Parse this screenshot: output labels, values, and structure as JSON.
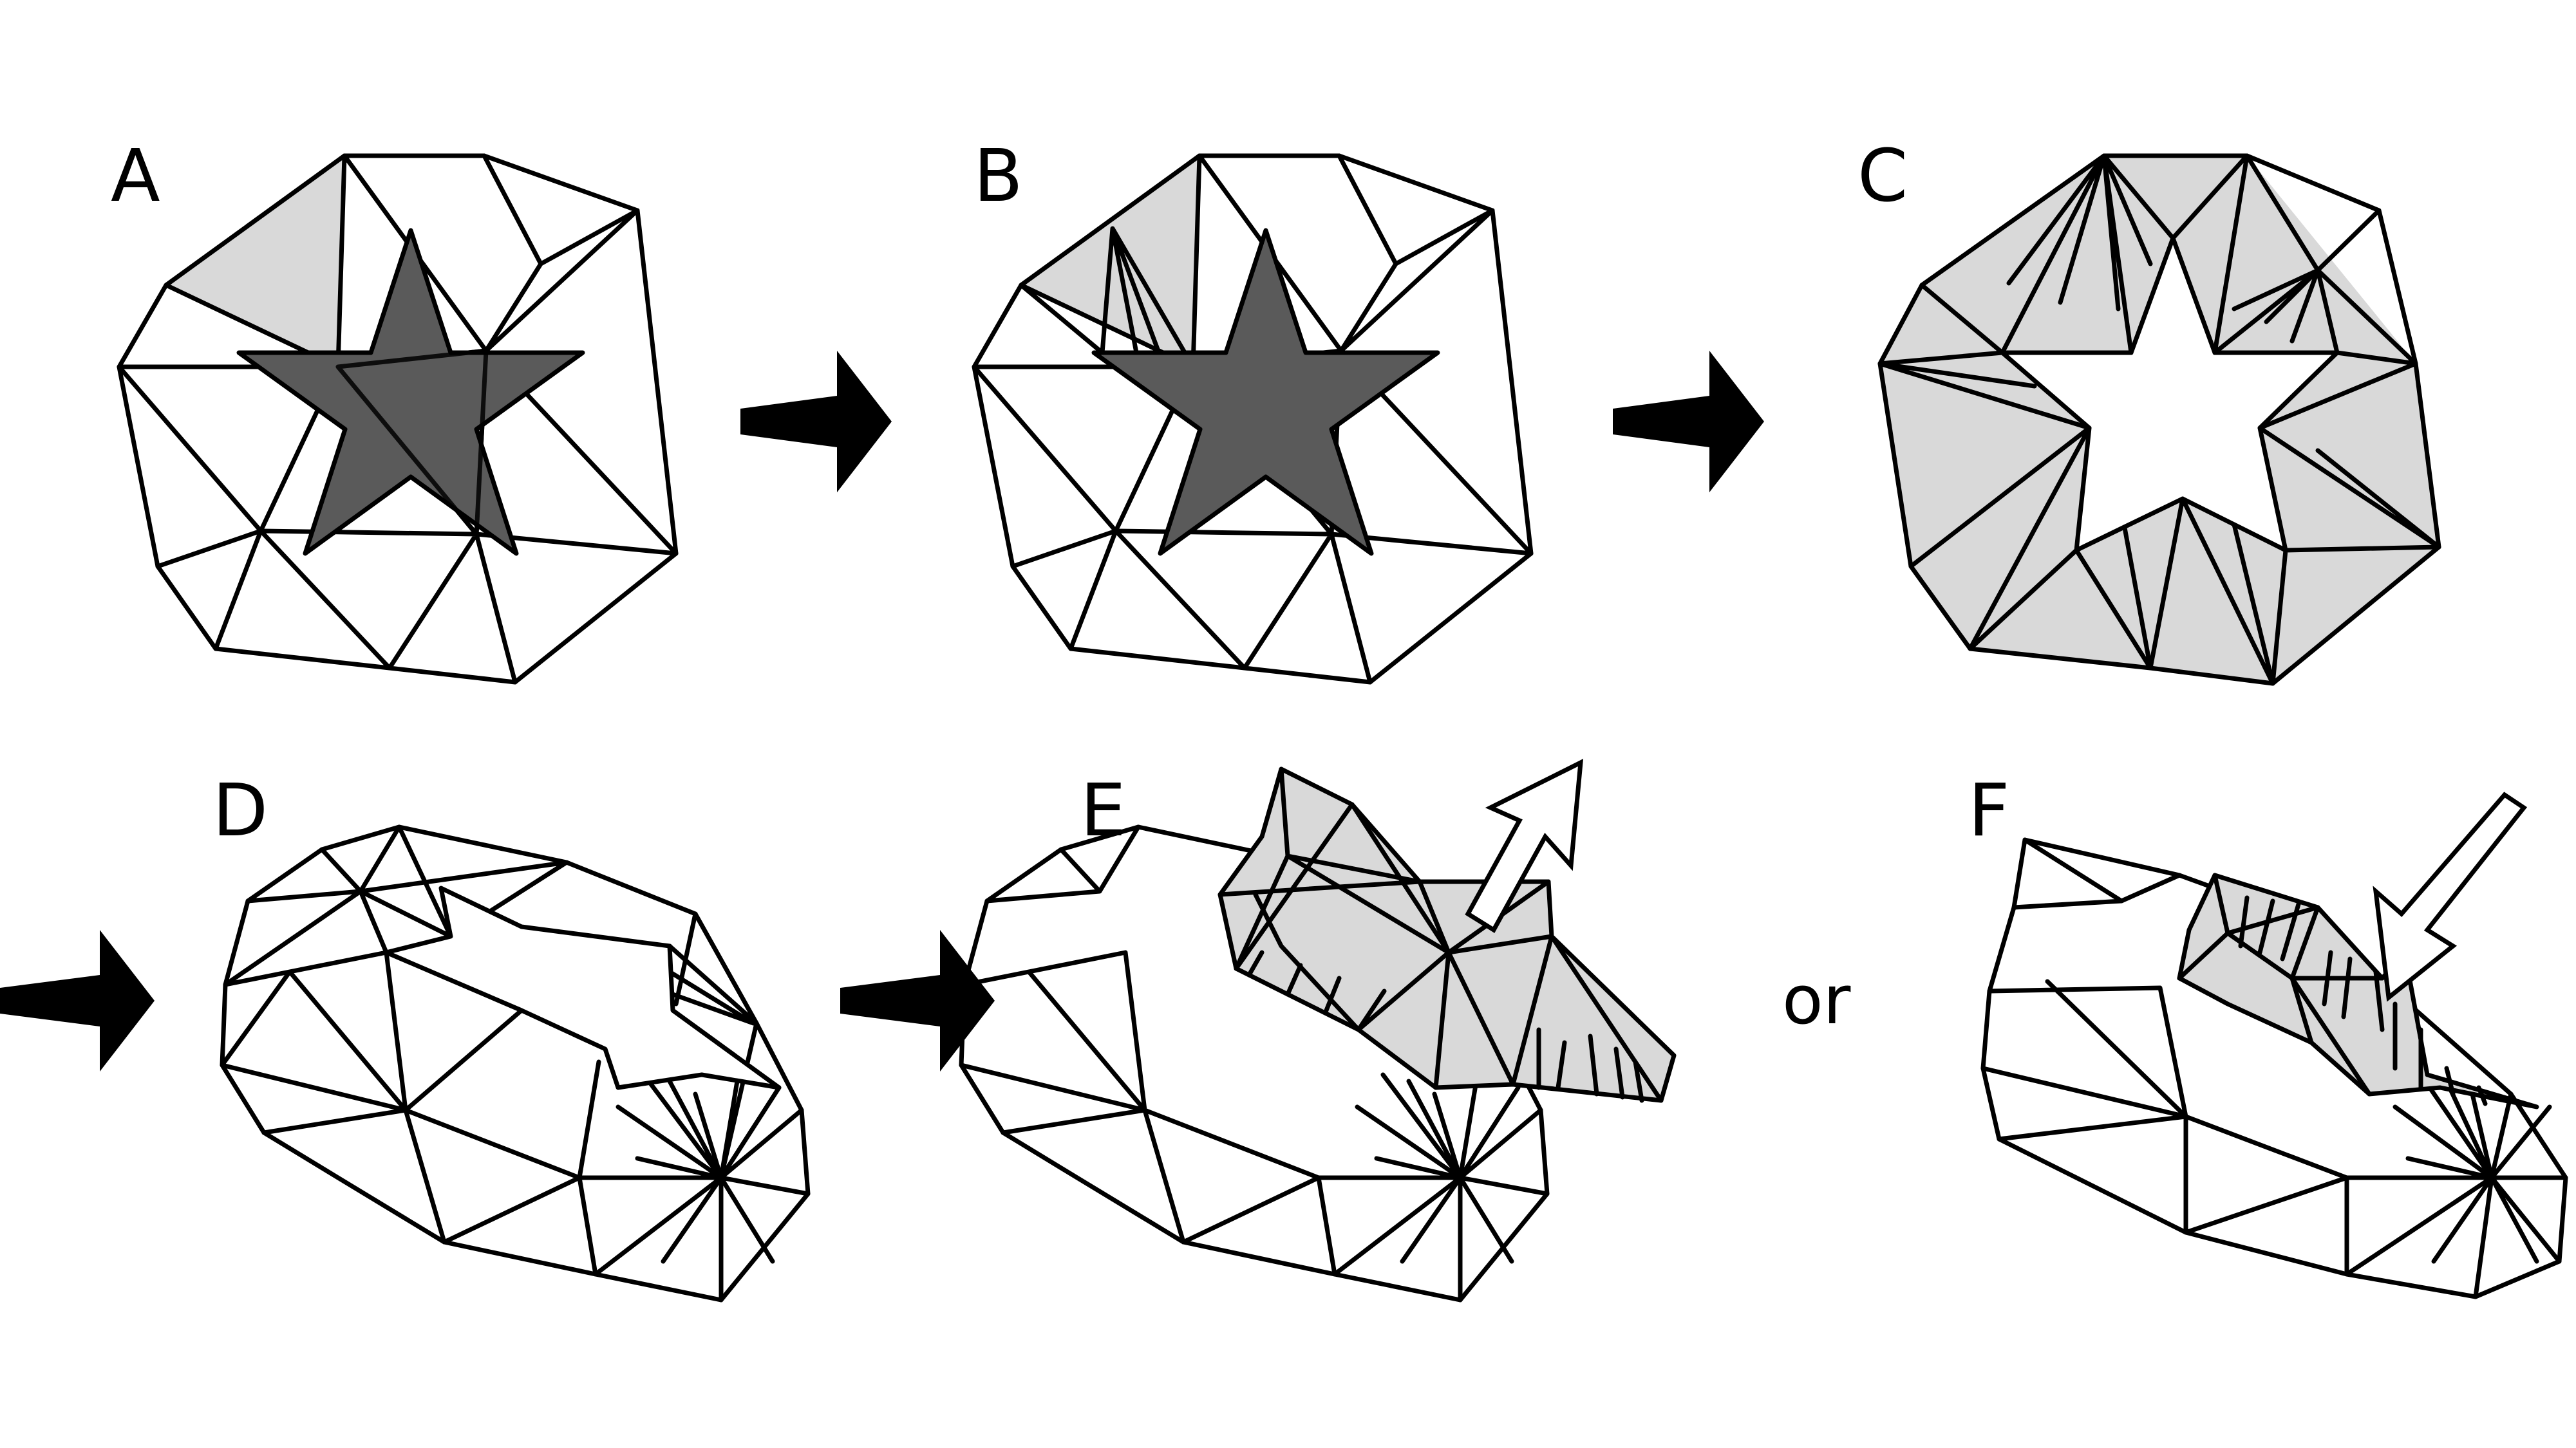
{
  "panels": [
    {
      "id": "A",
      "label": "A"
    },
    {
      "id": "B",
      "label": "B"
    },
    {
      "id": "C",
      "label": "C"
    },
    {
      "id": "D",
      "label": "D"
    },
    {
      "id": "E",
      "label": "E"
    },
    {
      "id": "F",
      "label": "F"
    }
  ],
  "connector": {
    "or_label": "or"
  },
  "colors": {
    "line": "#000000",
    "star_fill": "#5a5a5a",
    "highlight_fill": "#d9d9d9",
    "arrow_fill": "#000000",
    "background": "#ffffff"
  },
  "icons": {
    "step_arrow": "right-arrow-icon",
    "extrude_out": "outline-arrow-up-icon",
    "extrude_in": "outline-arrow-down-icon"
  }
}
